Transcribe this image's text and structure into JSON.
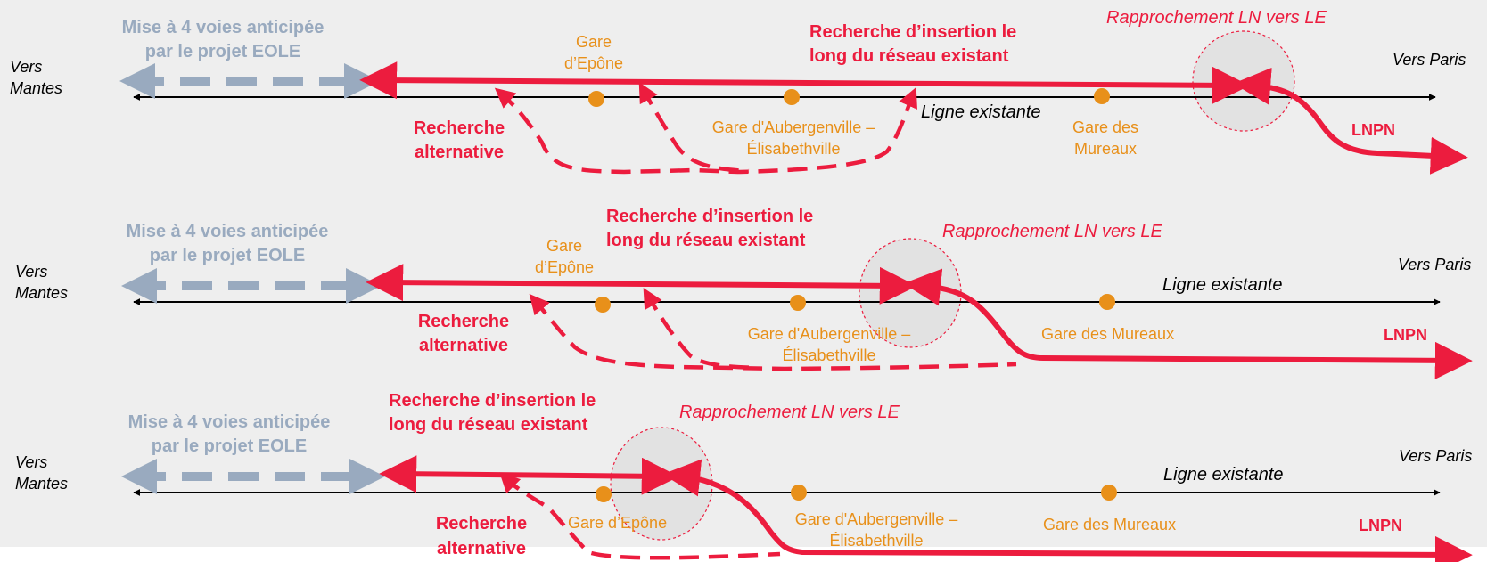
{
  "rows": [
    {
      "vers_mantes": "Vers\nMantes",
      "vers_paris": "Vers Paris",
      "eole": "Mise à 4 voies anticipée\npar le projet EOLE",
      "gare_epone": "Gare\nd’Epône",
      "gare_aubergenville": "Gare d'Aubergenville –\nÉlisabethville",
      "gare_mureaux": "Gare des\nMureaux",
      "recherche_insertion": "Recherche d’insertion le\nlong du réseau existant",
      "recherche_alternative": "Recherche\nalternative",
      "rapprochement": "Rapprochement LN vers LE",
      "ligne_existante": "Ligne existante",
      "lnpn": "LNPN"
    },
    {
      "vers_mantes": "Vers\nMantes",
      "vers_paris": "Vers Paris",
      "eole": "Mise à 4 voies anticipée\npar le projet EOLE",
      "gare_epone": "Gare\nd’Epône",
      "gare_aubergenville": "Gare d'Aubergenville –\nÉlisabethville",
      "gare_mureaux": "Gare des Mureaux",
      "recherche_insertion": "Recherche d’insertion le\nlong du réseau existant",
      "recherche_alternative": "Recherche\nalternative",
      "rapprochement": "Rapprochement LN vers LE",
      "ligne_existante": "Ligne existante",
      "lnpn": "LNPN"
    },
    {
      "vers_mantes": "Vers\nMantes",
      "vers_paris": "Vers Paris",
      "eole": "Mise à 4 voies anticipée\npar le projet EOLE",
      "gare_epone": "Gare d’Epône",
      "gare_aubergenville": "Gare d'Aubergenville –\nÉlisabethville",
      "gare_mureaux": "Gare des Mureaux",
      "recherche_insertion": "Recherche d’insertion le\nlong du réseau existant",
      "recherche_alternative": "Recherche\nalternative",
      "rapprochement": "Rapprochement LN vers LE",
      "ligne_existante": "Ligne existante",
      "lnpn": "LNPN"
    }
  ],
  "colors": {
    "lnpn_red": "#ec1c3e",
    "station_orange": "#e8901a",
    "eole_blue_grey": "#99aabf",
    "existing_line": "#000000",
    "background": "#eeeeee"
  }
}
